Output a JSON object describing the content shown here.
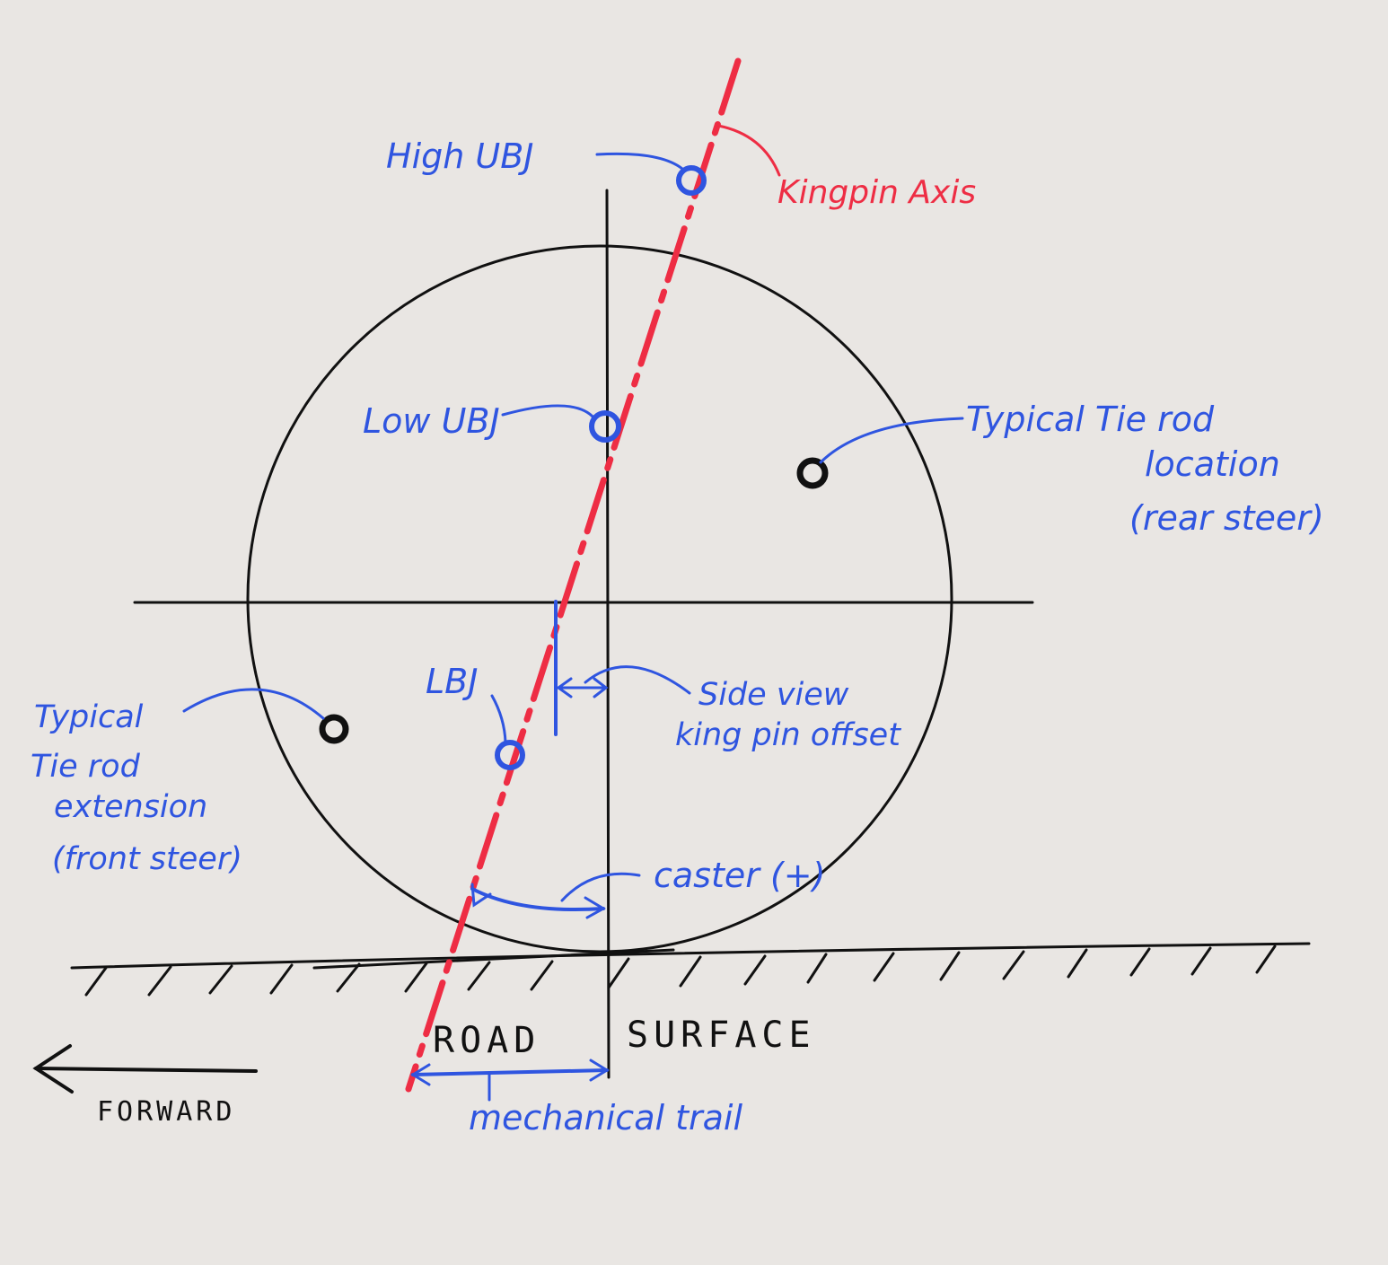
{
  "colors": {
    "background": "#e9e6e3",
    "ink": "#111111",
    "annotation": "#2f55e0",
    "kingpin_axis": "#ee2d44"
  },
  "labels": {
    "high_ubj": "High UBJ",
    "kingpin_axis": "Kingpin Axis",
    "low_ubj": "Low UBJ",
    "tie_rod_rear_line1": "Typical Tie rod",
    "tie_rod_rear_line2": "location",
    "tie_rod_rear_line3": "(rear steer)",
    "tie_rod_front_line1": "Typical",
    "tie_rod_front_line2": "Tie rod",
    "tie_rod_front_line3": "extension",
    "tie_rod_front_line4": "(front steer)",
    "lbj": "LBJ",
    "sv_offset_line1": "Side view",
    "sv_offset_line2": "king pin offset",
    "caster": "caster (+)",
    "road": "ROAD",
    "surface": "SURFACE",
    "forward": "FORWARD",
    "mechanical_trail": "mechanical trail"
  }
}
